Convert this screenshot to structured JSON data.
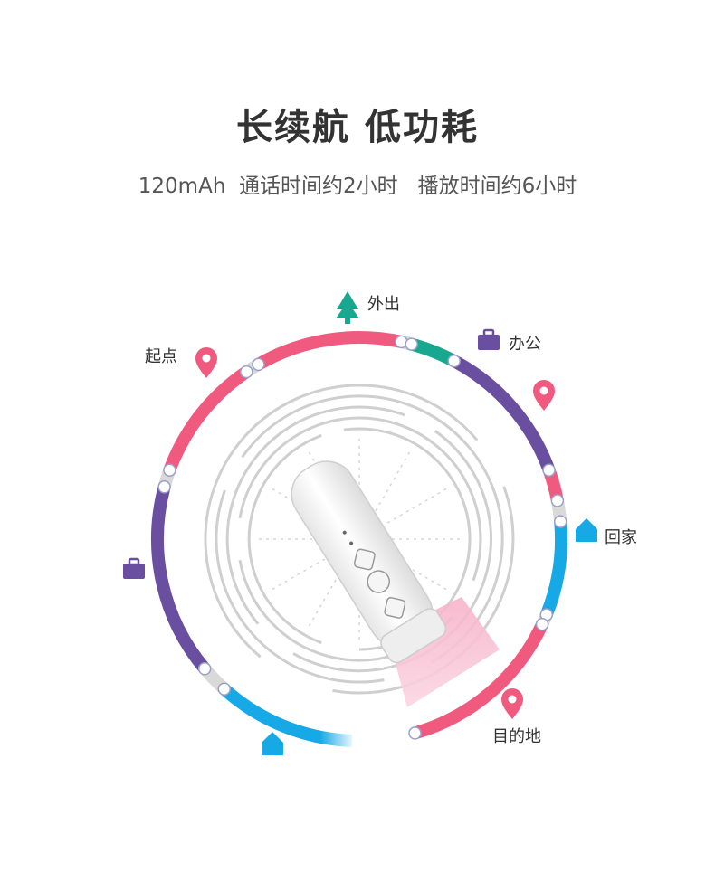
{
  "headline": "长续航 低功耗",
  "subline": "120mAh  通话时间约2小时   播放时间约6小时",
  "labels": {
    "out": "外出",
    "office": "办公",
    "home": "回家",
    "start": "起点",
    "destination": "目的地"
  },
  "colors": {
    "pink": "#f05a7e",
    "purple": "#6a4fa0",
    "teal": "#18a88f",
    "blue": "#17a9e6",
    "gray": "#d9d9d9"
  }
}
